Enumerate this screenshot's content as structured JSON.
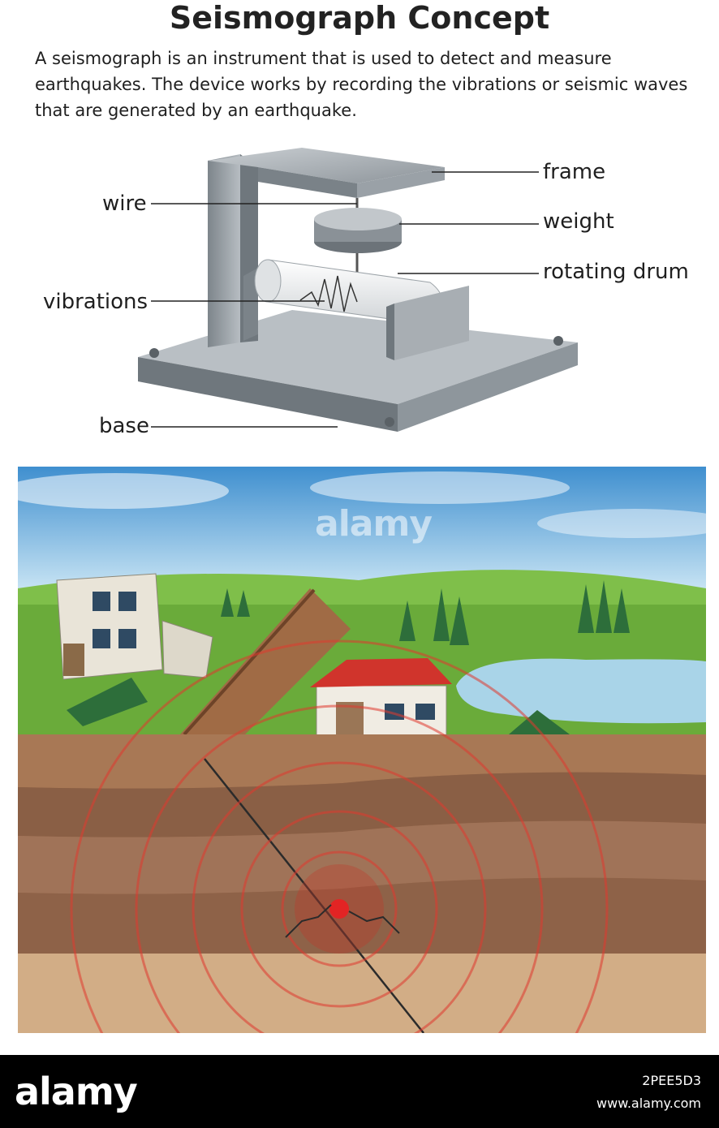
{
  "title": "Seismograph Concept",
  "description": "A seismograph is an instrument that is used to detect and measure earthquakes. The device works by recording the vibrations or seismic waves that are generated by an earthquake.",
  "labels": {
    "frame": "frame",
    "wire": "wire",
    "weight": "weight",
    "rotating_drum": "rotating drum",
    "vibrations": "vibrations",
    "base": "base"
  },
  "watermark": "alamy",
  "footer": {
    "logo": "alamy",
    "image_id": "2PEE5D3",
    "site": "www.alamy.com"
  },
  "colors": {
    "metal": "#8f969c",
    "sky": "#63a9d9",
    "grass": "#6aab3a",
    "soil": "#9b6b4a",
    "epicenter": "#e32424"
  }
}
